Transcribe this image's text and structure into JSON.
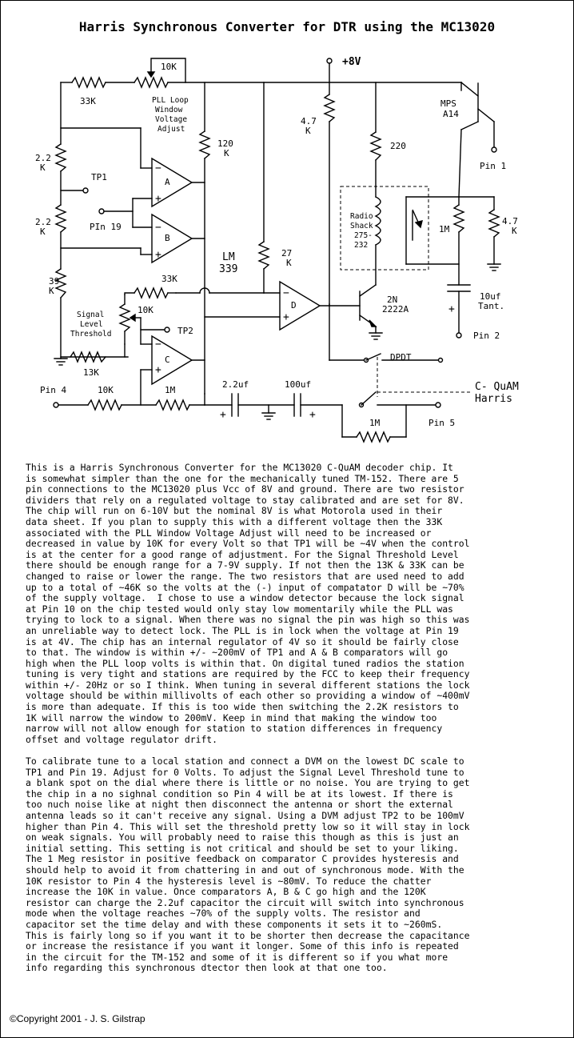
{
  "title": "Harris Synchronous Converter for DTR using the MC13020",
  "schematic": {
    "supply": "+8V",
    "r_33k_top": "33K",
    "pot_10k_top": "10K",
    "pot_window_label": [
      "PLL Loop",
      "Window",
      "Voltage",
      "Adjust"
    ],
    "r_22k_a": [
      "2.2",
      "K"
    ],
    "r_22k_b": [
      "2.2",
      "K"
    ],
    "r_39k": [
      "39",
      "K"
    ],
    "r_120k": [
      "120",
      "K"
    ],
    "tp1": "TP1",
    "pin19": "PIn 19",
    "comp_a": "A",
    "comp_b": "B",
    "comp_c": "C",
    "comp_d": "D",
    "lm339": [
      "LM",
      "339"
    ],
    "r_27k": [
      "27",
      "K"
    ],
    "r_33k_mid": "33K",
    "pot_10k_mid": "10K",
    "signal_threshold_label": [
      "Signal",
      "Level",
      "Threshold"
    ],
    "tp2": "TP2",
    "r_13k": "13K",
    "r_47k_left": [
      "4.7",
      "K"
    ],
    "r_220": "220",
    "relay_label": [
      "Radio",
      "Shack",
      "275-",
      "232"
    ],
    "transistor_2n": [
      "2N",
      "2222A"
    ],
    "mps_label": [
      "MPS",
      "A14"
    ],
    "pin1": "Pin 1",
    "r_1m_right": "1M",
    "r_47k_right": [
      "4.7",
      "K"
    ],
    "cap_10uf": [
      "10uf",
      "Tant."
    ],
    "pin2": "Pin 2",
    "dpdt": "DPDT",
    "cquam": [
      "C- QuAM",
      "Harris"
    ],
    "pin4": "Pin 4",
    "r_10k_pin4": "10K",
    "r_1m_bottom": "1M",
    "cap_22uf": "2.2uf",
    "cap_100uf": "100uf",
    "r_1m_pin5": "1M",
    "pin5": "Pin 5",
    "plus": "+",
    "minus": "−"
  },
  "paragraphs": [
    "This is a Harris Synchronous Converter for the MC13020 C-QuAM decoder chip. It\nis somewhat simpler than the one for the mechanically tuned TM-152. There are 5\npin connections to the MC13020 plus Vcc of 8V and ground. There are two resistor\ndividers that rely on a regulated voltage to stay calibrated and are set for 8V.\nThe chip will run on 6-10V but the nominal 8V is what Motorola used in their\ndata sheet. If you plan to supply this with a different voltage then the 33K\nassociated with the PLL Window Voltage Adjust will need to be increased or\ndecreased in value by 10K for every Volt so that TP1 will be ~4V when the control\nis at the center for a good range of adjustment. For the Signal Threshold Level\nthere should be enough range for a 7-9V supply. If not then the 13K & 33K can be\nchanged to raise or lower the range. The two resistors that are used need to add\nup to a total of ~46K so the volts at the (-) input of compatator D will be ~70%\nof the supply voltage.  I chose to use a window detector because the lock signal\nat Pin 10 on the chip tested would only stay low momentarily while the PLL was\ntrying to lock to a signal. When there was no signal the pin was high so this was\nan unreliable way to detect lock. The PLL is in lock when the voltage at Pin 19\nis at 4V. The chip has an internal regulator of 4V so it should be fairly close\nto that. The window is within +/- ~200mV of TP1 and A & B comparators will go\nhigh when the PLL loop volts is within that. On digital tuned radios the station\ntuning is very tight and stations are required by the FCC to keep their frequency\nwithin +/- 20Hz or so I think. When tuning in several different stations the lock\nvoltage should be within millivolts of each other so providing a window of ~400mV\nis more than adequate. If this is too wide then switching the 2.2K resistors to\n1K will narrow the window to 200mV. Keep in mind that making the window too\nnarrow will not allow enough for station to station differences in frequency\noffset and voltage regulator drift.",
    "To calibrate tune to a local station and connect a DVM on the lowest DC scale to\nTP1 and Pin 19. Adjust for 0 Volts. To adjust the Signal Level Threshold tune to\na blank spot on the dial where there is little or no noise. You are trying to get\nthe chip in a no sighnal condition so Pin 4 will be at its lowest. If there is\ntoo nuch noise like at night then disconnect the antenna or short the external\nantenna leads so it can't receive any signal. Using a DVM adjust TP2 to be 100mV\nhigher than Pin 4. This will set the threshold pretty low so it will stay in lock\non weak signals. You will probably need to raise this though as this is just an\ninitial setting. This setting is not critical and should be set to your liking.\nThe 1 Meg resistor in positive feedback on comparator C provides hysteresis and\nshould help to avoid it from chattering in and out of synchronous mode. With the\n10K resistor to Pin 4 the hysteresis level is ~80mV. To reduce the chatter\nincrease the 10K in value. Once comparators A, B & C go high and the 120K\nresistor can charge the 2.2uf capacitor the circuit will switch into synchronous\nmode when the voltage reaches ~70% of the supply volts. The resistor and\ncapacitor set the time delay and with these components it sets it to ~260mS.\nThis is fairly long so if you want it to be shorter then decrease the capacitance\nor increase the resistance if you want it longer. Some of this info is repeated\nin the circuit for the TM-152 and some of it is different so if you what more\ninfo regarding this synchronous dtector then look at that one too."
  ],
  "copyright": "©Copyright 2001 - J. S. Gilstrap"
}
